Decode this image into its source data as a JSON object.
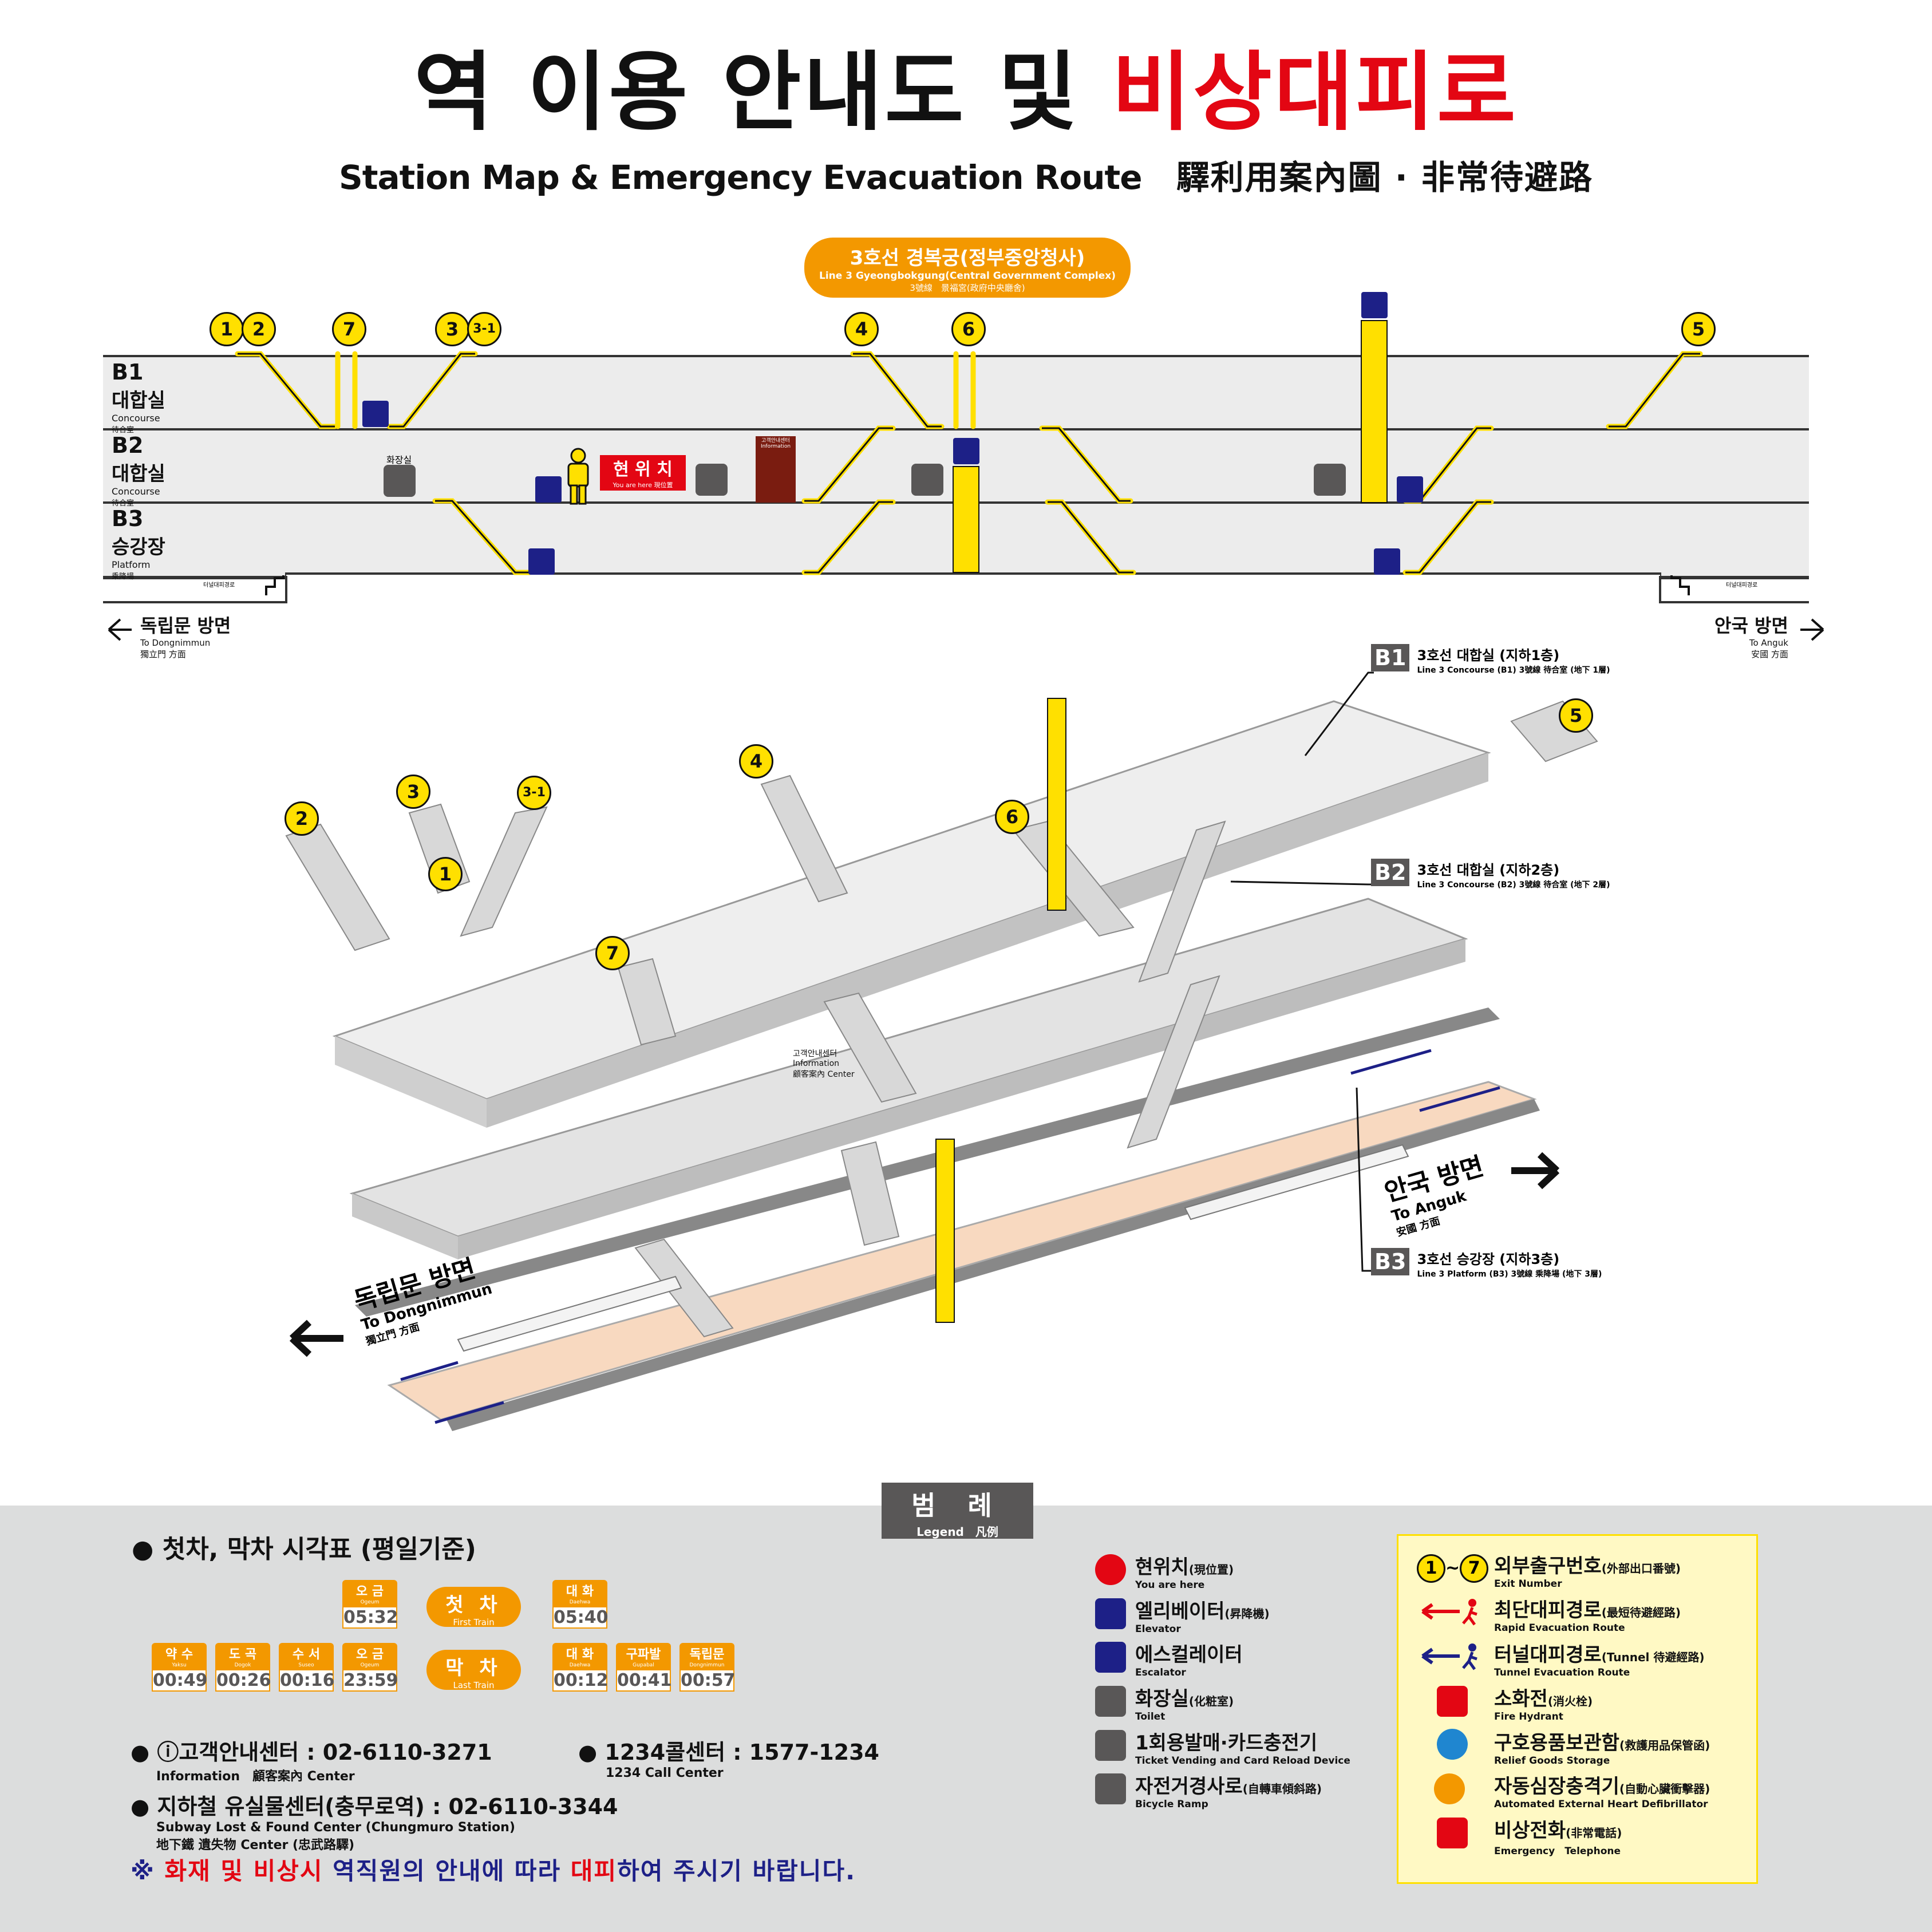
{
  "title": {
    "main_prefix": "역 이용 안내도 및 ",
    "main_red": "비상대피로",
    "sub_en": "Station Map & Emergency Evacuation Route",
    "sub_cjk": "驛利用案內圖 · 非常待避路"
  },
  "line_badge": {
    "kr": "3호선 경복궁(정부중앙청사)",
    "en": "Line 3 Gyeongbokgung(Central Government Complex)",
    "cjk": "3號線　景福宮(政府中央廳舍)"
  },
  "floors": [
    {
      "code": "B1",
      "kr": "대합실",
      "en": "Concourse",
      "cjk": "待合室"
    },
    {
      "code": "B2",
      "kr": "대합실",
      "en": "Concourse",
      "cjk": "待合室"
    },
    {
      "code": "B3",
      "kr": "승강장",
      "en": "Platform",
      "cjk": "乘降場"
    }
  ],
  "exits_top": [
    "1",
    "2",
    "7",
    "3",
    "3-1",
    "4",
    "6",
    "5"
  ],
  "here": {
    "kr": "현 위 치",
    "en": "You are here 現位置"
  },
  "info_center_small": {
    "kr": "고객안내센터",
    "en": "Information",
    "cjk": "顧客案內 Center"
  },
  "toilet_small": "화장실",
  "tunnel_route_small": "터널대피경로",
  "direction_left": {
    "kr": "독립문 방면",
    "en": "To Dongnimmun",
    "cjk": "獨立門 方面"
  },
  "direction_right": {
    "kr": "안국 방면",
    "en": "To Anguk",
    "cjk": "安國 方面"
  },
  "iso_exits": [
    "2",
    "3",
    "3-1",
    "1",
    "4",
    "6",
    "7",
    "5"
  ],
  "iso_info": {
    "kr": "고객안내센터",
    "en": "Information",
    "cjk": "顧客案內 Center"
  },
  "iso_labels": [
    {
      "code": "B1",
      "kr": "3호선 대합실 (지하1층)",
      "en": "Line 3 Concourse (B1) 3號線 待合室 (地下 1層)"
    },
    {
      "code": "B2",
      "kr": "3호선 대합실 (지하2층)",
      "en": "Line 3 Concourse (B2) 3號線 待合室 (地下 2層)"
    },
    {
      "code": "B3",
      "kr": "3호선 승강장 (지하3층)",
      "en": "Line 3 Platform (B3) 3號線 乘降場 (地下 3層)"
    }
  ],
  "legend": {
    "tab_kr": "범 례",
    "tab_en": "Legend　凡例",
    "schedule_title": "● 첫차, 막차 시각표 (평일기준)",
    "first_train": {
      "kr": "첫 차",
      "en": "First Train"
    },
    "last_train": {
      "kr": "막 차",
      "en": "Last Train"
    },
    "first_left": [
      {
        "st": "오 금",
        "ste": "Ogeum",
        "tm": "05:32"
      }
    ],
    "first_right": [
      {
        "st": "대 화",
        "ste": "Daehwa",
        "tm": "05:40"
      }
    ],
    "last_left": [
      {
        "st": "약 수",
        "ste": "Yaksu",
        "tm": "00:49"
      },
      {
        "st": "도 곡",
        "ste": "Dogok",
        "tm": "00:26"
      },
      {
        "st": "수 서",
        "ste": "Suseo",
        "tm": "00:16"
      },
      {
        "st": "오 금",
        "ste": "Ogeum",
        "tm": "23:59"
      }
    ],
    "last_right": [
      {
        "st": "대 화",
        "ste": "Daehwa",
        "tm": "00:12"
      },
      {
        "st": "구파발",
        "ste": "Gupabal",
        "tm": "00:41"
      },
      {
        "st": "독립문",
        "ste": "Dongnimmun",
        "tm": "00:57"
      }
    ],
    "info_center": {
      "kr": "● ⓘ고객안내센터 : 02-6110-3271",
      "en": "Information　顧客案內 Center"
    },
    "call_center": {
      "kr": "● 1234콜센터 : 1577-1234",
      "en": "1234 Call Center"
    },
    "lost_found": {
      "kr": "● 지하철 유실물센터(충무로역) : 02-6110-3344",
      "en": "Subway Lost & Found Center (Chungmuro Station)",
      "cjk": "地下鐵 遺失物 Center (忠武路驛)"
    },
    "notice_prefix": "※ ",
    "notice_red1": "화재 및 비상시",
    "notice_mid": " 역직원의 안내에 따라 ",
    "notice_red2": "대피",
    "notice_end": "하여 주시기 바랍니다.",
    "items_mid": [
      {
        "kr": "현위치",
        "small": "(現位置)",
        "en": "You are here",
        "icon": "you-are-here-icon",
        "color": "#e30613"
      },
      {
        "kr": "엘리베이터",
        "small": "(昇降機)",
        "en": "Elevator",
        "icon": "elevator-icon",
        "color": "#1d2087"
      },
      {
        "kr": "에스컬레이터",
        "small": "",
        "en": "Escalator",
        "icon": "escalator-icon",
        "color": "#1d2087"
      },
      {
        "kr": "화장실",
        "small": "(化粧室)",
        "en": "Toilet",
        "icon": "toilet-icon",
        "color": "#595757"
      },
      {
        "kr": "1회용발매·카드충전기",
        "small": "",
        "en": "Ticket Vending and Card Reload Device",
        "icon": "ticket-vending-icon",
        "color": "#595757"
      },
      {
        "kr": "자전거경사로",
        "small": "(自轉車傾斜路)",
        "en": "Bicycle Ramp",
        "icon": "bicycle-ramp-icon",
        "color": "#595757"
      }
    ],
    "items_right": [
      {
        "kr": "외부출구번호",
        "small": "(外部出口番號)",
        "en": "Exit Number",
        "icon": "exit-number-icon"
      },
      {
        "kr": "최단대피경로",
        "small": "(最短待避經路)",
        "en": "Rapid Evacuation Route",
        "icon": "rapid-evacuation-icon"
      },
      {
        "kr": "터널대피경로",
        "small": "(Tunnel 待避經路)",
        "en": "Tunnel Evacuation Route",
        "icon": "tunnel-evacuation-icon"
      },
      {
        "kr": "소화전",
        "small": "(消火栓)",
        "en": "Fire Hydrant",
        "icon": "fire-hydrant-icon"
      },
      {
        "kr": "구호용품보관함",
        "small": "(救護用品保管函)",
        "en": "Relief Goods Storage",
        "icon": "relief-goods-icon"
      },
      {
        "kr": "자동심장충격기",
        "small": "(自動心臟衝擊器)",
        "en": "Automated External Heart Defibrillator",
        "icon": "defibrillator-icon"
      },
      {
        "kr": "비상전화",
        "small": "(非常電話)",
        "en": "Emergency　Telephone",
        "icon": "emergency-phone-icon"
      }
    ],
    "exit_range_a": "1",
    "exit_range_tilde": "~",
    "exit_range_b": "7"
  },
  "colors": {
    "accent": "#f39800",
    "red": "#e30613",
    "navy": "#1d2087",
    "yellow": "#ffe000",
    "platform": "#f8d9c0",
    "gray": "#595757"
  }
}
